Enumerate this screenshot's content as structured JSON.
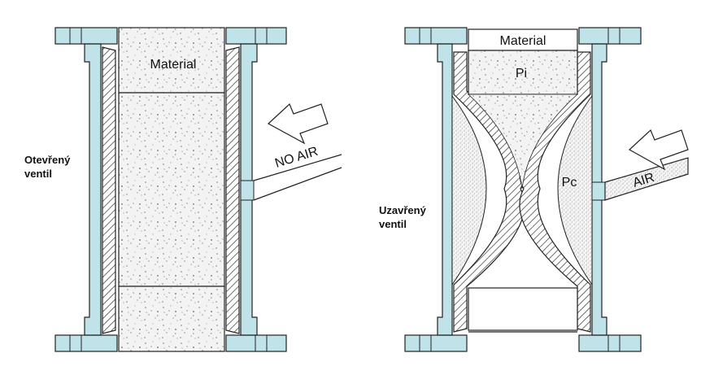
{
  "left_valve": {
    "state_line1": "Otevřený",
    "state_line2": "ventil",
    "material_label": "Material",
    "air_label": "NO AIR"
  },
  "right_valve": {
    "state_line1": "Uzavřený",
    "state_line2": "ventil",
    "material_label": "Material",
    "inner_pressure_label": "Pi",
    "chamber_pressure_label": "Pc",
    "air_label": "AIR"
  },
  "colors": {
    "flange": "#bfe3e8",
    "outline": "#222222",
    "material_fill": "#f2f2f2",
    "arrow": "#ffffff"
  },
  "icons": [
    "air-flow-arrow-icon",
    "air-flow-arrow-icon"
  ]
}
